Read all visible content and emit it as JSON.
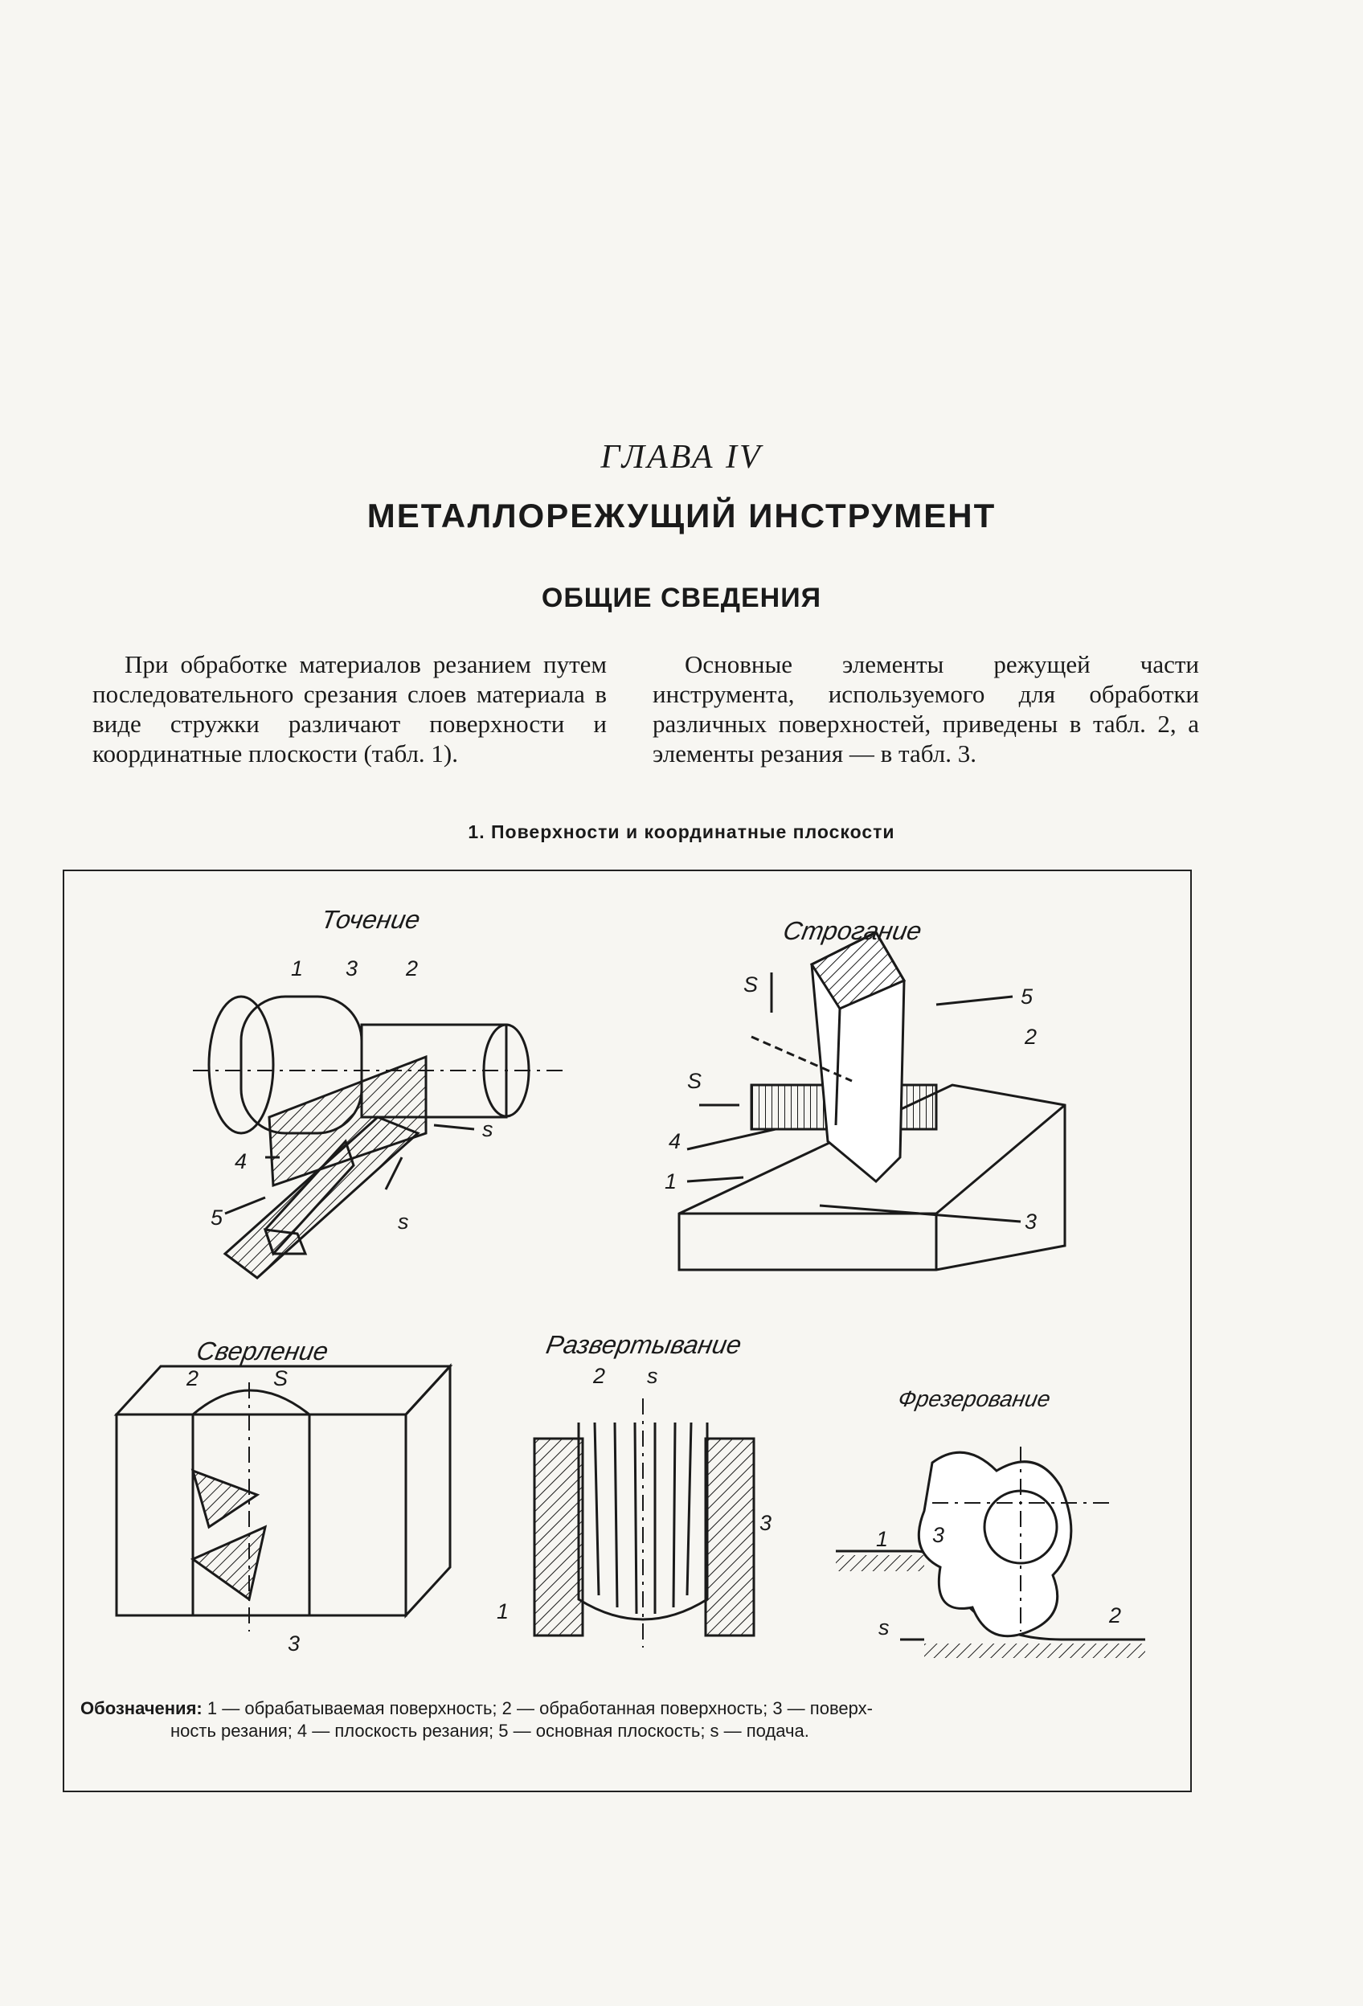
{
  "chapter": "ГЛАВА IV",
  "title": "МЕТАЛЛОРЕЖУЩИЙ ИНСТРУМЕНТ",
  "section": "ОБЩИЕ СВЕДЕНИЯ",
  "paragraphs": {
    "left": "При обработке материалов резанием путем последовательного срезания слоев материала в виде стружки различают поверхности и координатные плоскости (табл. 1).",
    "right": "Основные элементы режущей части инструмента, используемого для обработки различных поверхностей, приведены в табл. 2, а элементы резания — в табл. 3."
  },
  "table_caption": "1. Поверхности и координатные плоскости",
  "figures": {
    "turning": {
      "title": "Точение",
      "labels": [
        "1",
        "3",
        "2",
        "4",
        "5",
        "s",
        "s"
      ]
    },
    "planing": {
      "title": "Строгание",
      "labels": [
        "S",
        "5",
        "2",
        "S",
        "4",
        "1",
        "3"
      ]
    },
    "drilling": {
      "title": "Сверление",
      "labels": [
        "2",
        "S",
        "3"
      ]
    },
    "reaming": {
      "title": "Развертывание",
      "labels": [
        "2",
        "s",
        "3",
        "1"
      ]
    },
    "milling": {
      "title": "Фрезерование",
      "labels": [
        "1",
        "3",
        "2",
        "s"
      ]
    }
  },
  "legend": {
    "lead": "Обозначения:",
    "line1": "1 — обрабатываемая поверхность; 2 — обработанная поверхность; 3 — поверх-",
    "line2": "ность резания; 4 — плоскость резания; 5 — основная плоскость; s — подача."
  }
}
